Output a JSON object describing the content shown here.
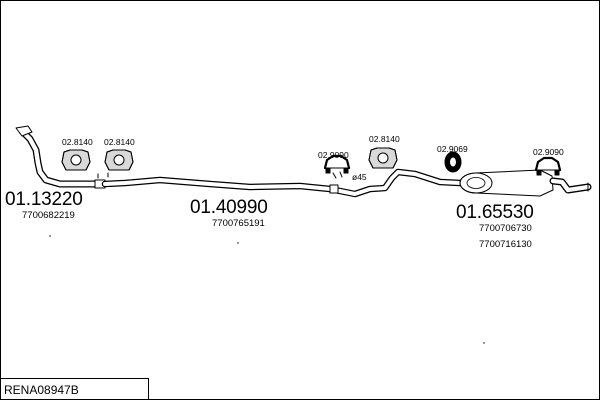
{
  "parts": {
    "front_pipe": {
      "number": "01.13220",
      "oe": [
        "7700682219"
      ]
    },
    "middle_pipe": {
      "number": "01.40990",
      "oe": [
        "7700765191"
      ]
    },
    "rear_silencer": {
      "number": "01.65530",
      "oe": [
        "7700706730",
        "7700716130"
      ]
    }
  },
  "hardware": {
    "hanger_a": "02.8140",
    "hanger_b": "02.8140",
    "clamp_a": "02.9090",
    "hanger_c": "02.8140",
    "gasket": "02.9069",
    "clamp_b": "02.9090"
  },
  "pipe_diameter": "ø45",
  "kit_code": "RENA08947B"
}
